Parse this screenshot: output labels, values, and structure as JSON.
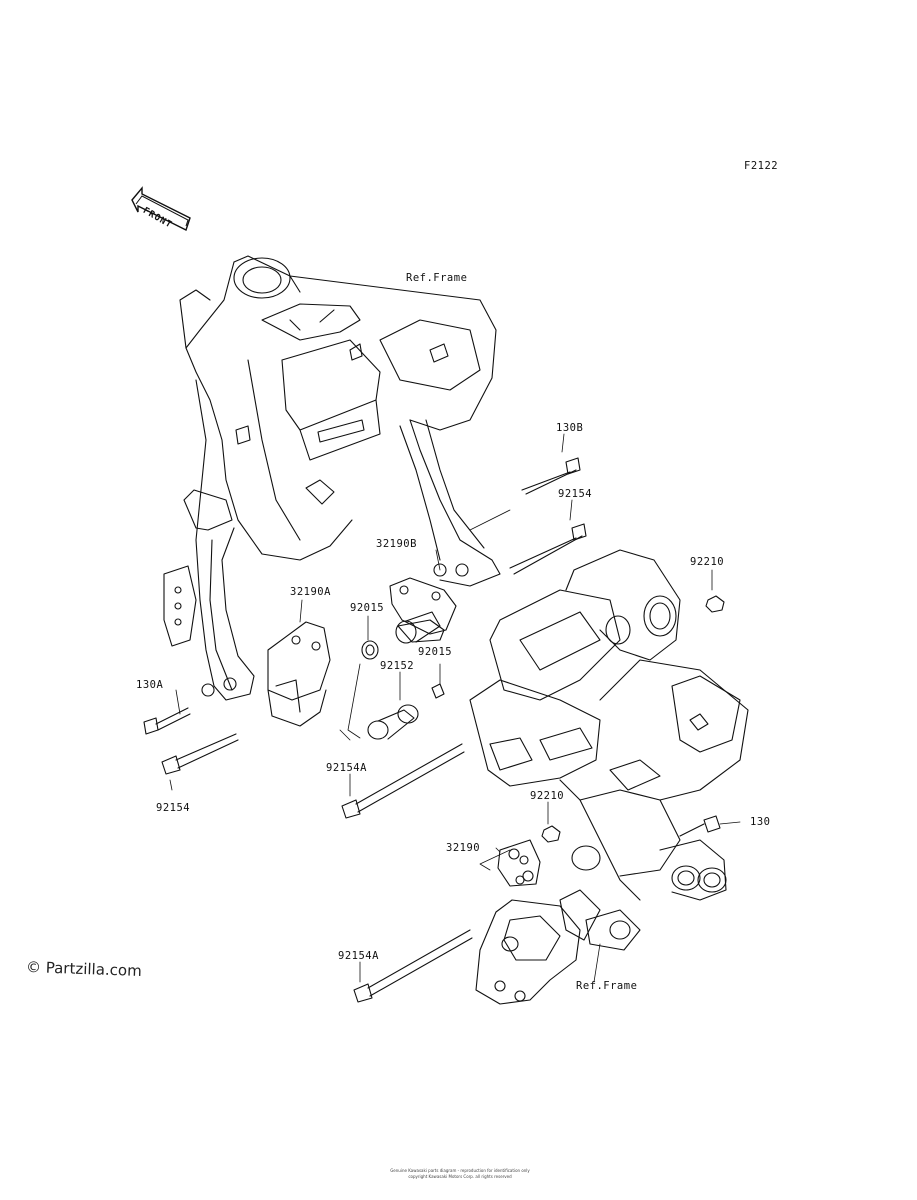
{
  "diagram_code": "F2122",
  "front_arrow_label": "FRONT",
  "frame_ref_top": "Ref.Frame",
  "frame_ref_bottom": "Ref.Frame",
  "watermark": "© Partzilla.com",
  "footer_line1": "Genuine Kawasaki parts diagram - reproduction for identification only",
  "footer_line2": "copyright Kawasaki Motors Corp. all rights reserved",
  "callouts": {
    "p130B": "130B",
    "p92154_top": "92154",
    "p32190B": "32190B",
    "p92210_top": "92210",
    "p32190A": "32190A",
    "p92015_a": "92015",
    "p92015_b": "92015",
    "p92152": "92152",
    "p130A": "130A",
    "p92154_left": "92154",
    "p92154A_mid": "92154A",
    "p92210_bottom": "92210",
    "p130": "130",
    "p32190": "32190",
    "p92154A_bottom": "92154A"
  },
  "colors": {
    "line": "#111111",
    "background": "#ffffff"
  }
}
